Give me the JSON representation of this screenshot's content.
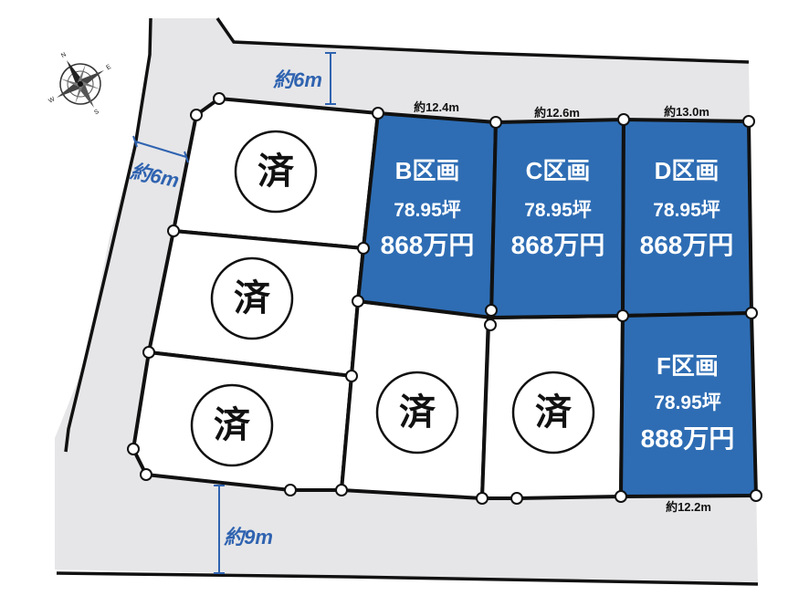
{
  "colors": {
    "road": "#e6e6e8",
    "lot_available": "#2e6db4",
    "lot_sold": "#ffffff",
    "boundary": "#111111",
    "dimension": "#2f63b0"
  },
  "compass": {
    "icon": "compass-rose-icon",
    "letters": {
      "n": "N",
      "e": "E",
      "s": "S",
      "w": "W"
    }
  },
  "roads": [
    {
      "id": "north",
      "width_label": "約6m"
    },
    {
      "id": "west",
      "width_label": "約6m"
    },
    {
      "id": "south",
      "width_label": "約9m"
    }
  ],
  "frontages": {
    "b": "約12.4m",
    "c": "約12.6m",
    "d": "約13.0m",
    "f": "約12.2m"
  },
  "lots": [
    {
      "id": "A1",
      "status": "sold",
      "mark": "済"
    },
    {
      "id": "A2",
      "status": "sold",
      "mark": "済"
    },
    {
      "id": "A3",
      "status": "sold",
      "mark": "済"
    },
    {
      "id": "B",
      "status": "available",
      "name": "B区画",
      "area": "78.95坪",
      "price": "868万円"
    },
    {
      "id": "C",
      "status": "available",
      "name": "C区画",
      "area": "78.95坪",
      "price": "868万円"
    },
    {
      "id": "D",
      "status": "available",
      "name": "D区画",
      "area": "78.95坪",
      "price": "868万円"
    },
    {
      "id": "E",
      "status": "sold",
      "mark": "済"
    },
    {
      "id": "G",
      "status": "sold",
      "mark": "済"
    },
    {
      "id": "F",
      "status": "available",
      "name": "F区画",
      "area": "78.95坪",
      "price": "888万円"
    }
  ]
}
